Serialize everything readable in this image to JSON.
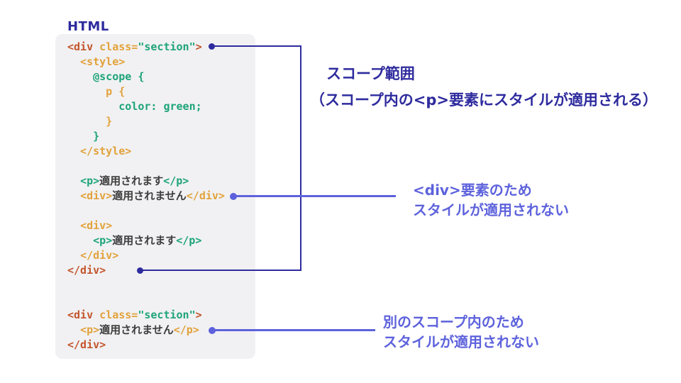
{
  "colors": {
    "indigo": "#2e2b9e",
    "periwinkle": "#5d62dc",
    "vermilion": "#c4552c",
    "amber": "#e2a23b",
    "green": "#1ea478",
    "ink": "#3d3d3d",
    "panel": "#f1f1f3"
  },
  "code_panel": {
    "label": "HTML",
    "lines": [
      {
        "segments": [
          {
            "t": "<div ",
            "c": "vermilion"
          },
          {
            "t": "class=",
            "c": "amber"
          },
          {
            "t": "\"section\"",
            "c": "green"
          },
          {
            "t": ">",
            "c": "vermilion"
          }
        ]
      },
      {
        "segments": [
          {
            "t": "  <style>",
            "c": "amber"
          }
        ]
      },
      {
        "segments": [
          {
            "t": "    @scope {",
            "c": "green"
          }
        ]
      },
      {
        "segments": [
          {
            "t": "      p {",
            "c": "amber"
          }
        ]
      },
      {
        "segments": [
          {
            "t": "        color: green;",
            "c": "green"
          }
        ]
      },
      {
        "segments": [
          {
            "t": "      }",
            "c": "amber"
          }
        ]
      },
      {
        "segments": [
          {
            "t": "    }",
            "c": "green"
          }
        ]
      },
      {
        "segments": [
          {
            "t": "  </style>",
            "c": "amber"
          }
        ]
      },
      {
        "segments": []
      },
      {
        "segments": [
          {
            "t": "  ",
            "c": "ink"
          },
          {
            "t": "<p>",
            "c": "green"
          },
          {
            "t": "適用されます",
            "c": "ink"
          },
          {
            "t": "</p>",
            "c": "green"
          }
        ]
      },
      {
        "segments": [
          {
            "t": "  ",
            "c": "ink"
          },
          {
            "t": "<div>",
            "c": "amber"
          },
          {
            "t": "適用されません",
            "c": "ink"
          },
          {
            "t": "</div>",
            "c": "amber"
          }
        ]
      },
      {
        "segments": []
      },
      {
        "segments": [
          {
            "t": "  ",
            "c": "ink"
          },
          {
            "t": "<div>",
            "c": "amber"
          }
        ]
      },
      {
        "segments": [
          {
            "t": "    ",
            "c": "ink"
          },
          {
            "t": "<p>",
            "c": "green"
          },
          {
            "t": "適用されます",
            "c": "ink"
          },
          {
            "t": "</p>",
            "c": "green"
          }
        ]
      },
      {
        "segments": [
          {
            "t": "  ",
            "c": "ink"
          },
          {
            "t": "</div>",
            "c": "amber"
          }
        ]
      },
      {
        "segments": [
          {
            "t": "</div>",
            "c": "vermilion"
          }
        ]
      },
      {
        "segments": []
      },
      {
        "segments": []
      },
      {
        "segments": [
          {
            "t": "<div ",
            "c": "vermilion"
          },
          {
            "t": "class=",
            "c": "amber"
          },
          {
            "t": "\"section\"",
            "c": "green"
          },
          {
            "t": ">",
            "c": "vermilion"
          }
        ]
      },
      {
        "segments": [
          {
            "t": "  ",
            "c": "ink"
          },
          {
            "t": "<p>",
            "c": "amber"
          },
          {
            "t": "適用されません",
            "c": "ink"
          },
          {
            "t": "</p>",
            "c": "amber"
          }
        ]
      },
      {
        "segments": [
          {
            "t": "</div>",
            "c": "vermilion"
          }
        ]
      }
    ]
  },
  "annotations": {
    "scope_range": {
      "line1": "スコープ範囲",
      "line2": "（スコープ内の<p>要素にスタイルが適用される）"
    },
    "div_not_applied": {
      "line1": "<div>要素のため",
      "line2": "スタイルが適用されない"
    },
    "other_scope": {
      "line1": "別のスコープ内のため",
      "line2": "スタイルが適用されない"
    }
  }
}
